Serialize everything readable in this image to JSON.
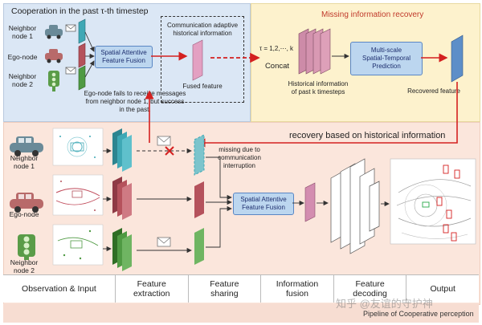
{
  "top_left": {
    "title": "Cooperation  in the past τ-th timestep",
    "nodes": [
      "Neighbor\nnode 1",
      "Ego-node",
      "Neighbor\nnode 2"
    ],
    "fusion_box": "Spatial Attentive\nFeature Fusion",
    "comm_text": "Communication adaptive\nhistorical information",
    "fused_label": "Fused feature",
    "note": "Ego-node fails to receive messages\nfrom neighbor node 1, but success\nin the past."
  },
  "top_right": {
    "title": "Missing information recovery",
    "tau_text": "τ = 1,2,⋯, k",
    "concat_label": "Concat",
    "hist_label": "Historical information\nof past k timesteps",
    "predict_box": "Multi-scale\nSpatial-Temporal\nPrediction",
    "recovered_label": "Recovered feature"
  },
  "main": {
    "recovery_label": "recovery based on historical information",
    "nodes": [
      "Neighbor\nnode 1",
      "Ego-node",
      "Neighbor\nnode 2"
    ],
    "missing_label": "missing due to\ncommunication\ninterruption",
    "fusion_box": "Spatial Attentive\nFeature Fusion"
  },
  "stages": [
    "Observation & Input",
    "Feature\nextraction",
    "Feature\nsharing",
    "Information\nfusion",
    "Feature\ndecoding",
    "Output"
  ],
  "footer": {
    "caption": "Pipeline of Cooperative perception",
    "watermark": "知乎 @友谊的守护神"
  },
  "colors": {
    "cyan": "#3fa8b5",
    "red": "#b5525c",
    "green": "#4f9a43",
    "arrow_red": "#d42020",
    "box_blue": "#5a86c4"
  }
}
